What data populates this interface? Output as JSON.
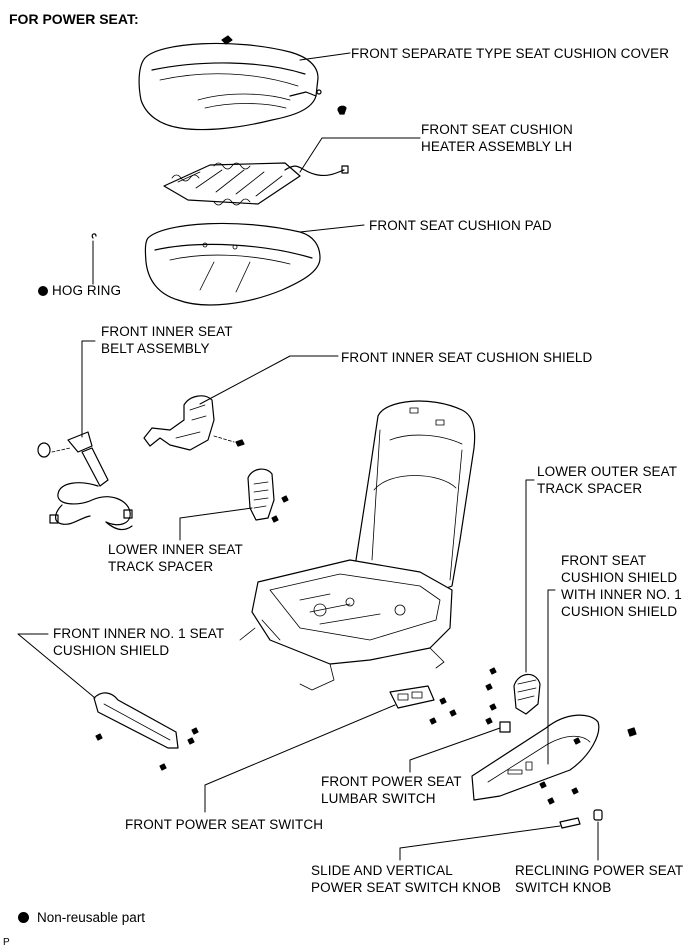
{
  "heading": "FOR POWER SEAT:",
  "labels": {
    "cushion_cover": "FRONT SEPARATE TYPE SEAT CUSHION COVER",
    "heater_1": "FRONT SEAT CUSHION",
    "heater_2": "HEATER ASSEMBLY LH",
    "cushion_pad": "FRONT SEAT CUSHION PAD",
    "hog_ring": "HOG RING",
    "belt_1": "FRONT INNER SEAT",
    "belt_2": "BELT ASSEMBLY",
    "inner_shield": "FRONT INNER SEAT CUSHION SHIELD",
    "lower_outer_1": "LOWER OUTER SEAT",
    "lower_outer_2": "TRACK SPACER",
    "lower_inner_1": "LOWER INNER SEAT",
    "lower_inner_2": "TRACK SPACER",
    "shield_with_1": "FRONT SEAT",
    "shield_with_2": "CUSHION SHIELD",
    "shield_with_3": "WITH INNER NO. 1",
    "shield_with_4": "CUSHION SHIELD",
    "inner_no1_1": "FRONT INNER NO. 1 SEAT",
    "inner_no1_2": "CUSHION SHIELD",
    "lumbar_1": "FRONT POWER SEAT",
    "lumbar_2": "LUMBAR SWITCH",
    "power_switch": "FRONT POWER SEAT SWITCH",
    "slide_knob_1": "SLIDE AND VERTICAL",
    "slide_knob_2": "POWER SEAT SWITCH KNOB",
    "recline_knob_1": "RECLINING POWER SEAT",
    "recline_knob_2": "SWITCH KNOB"
  },
  "legend": {
    "non_reusable": "Non-reusable part"
  },
  "corner_mark": "P"
}
